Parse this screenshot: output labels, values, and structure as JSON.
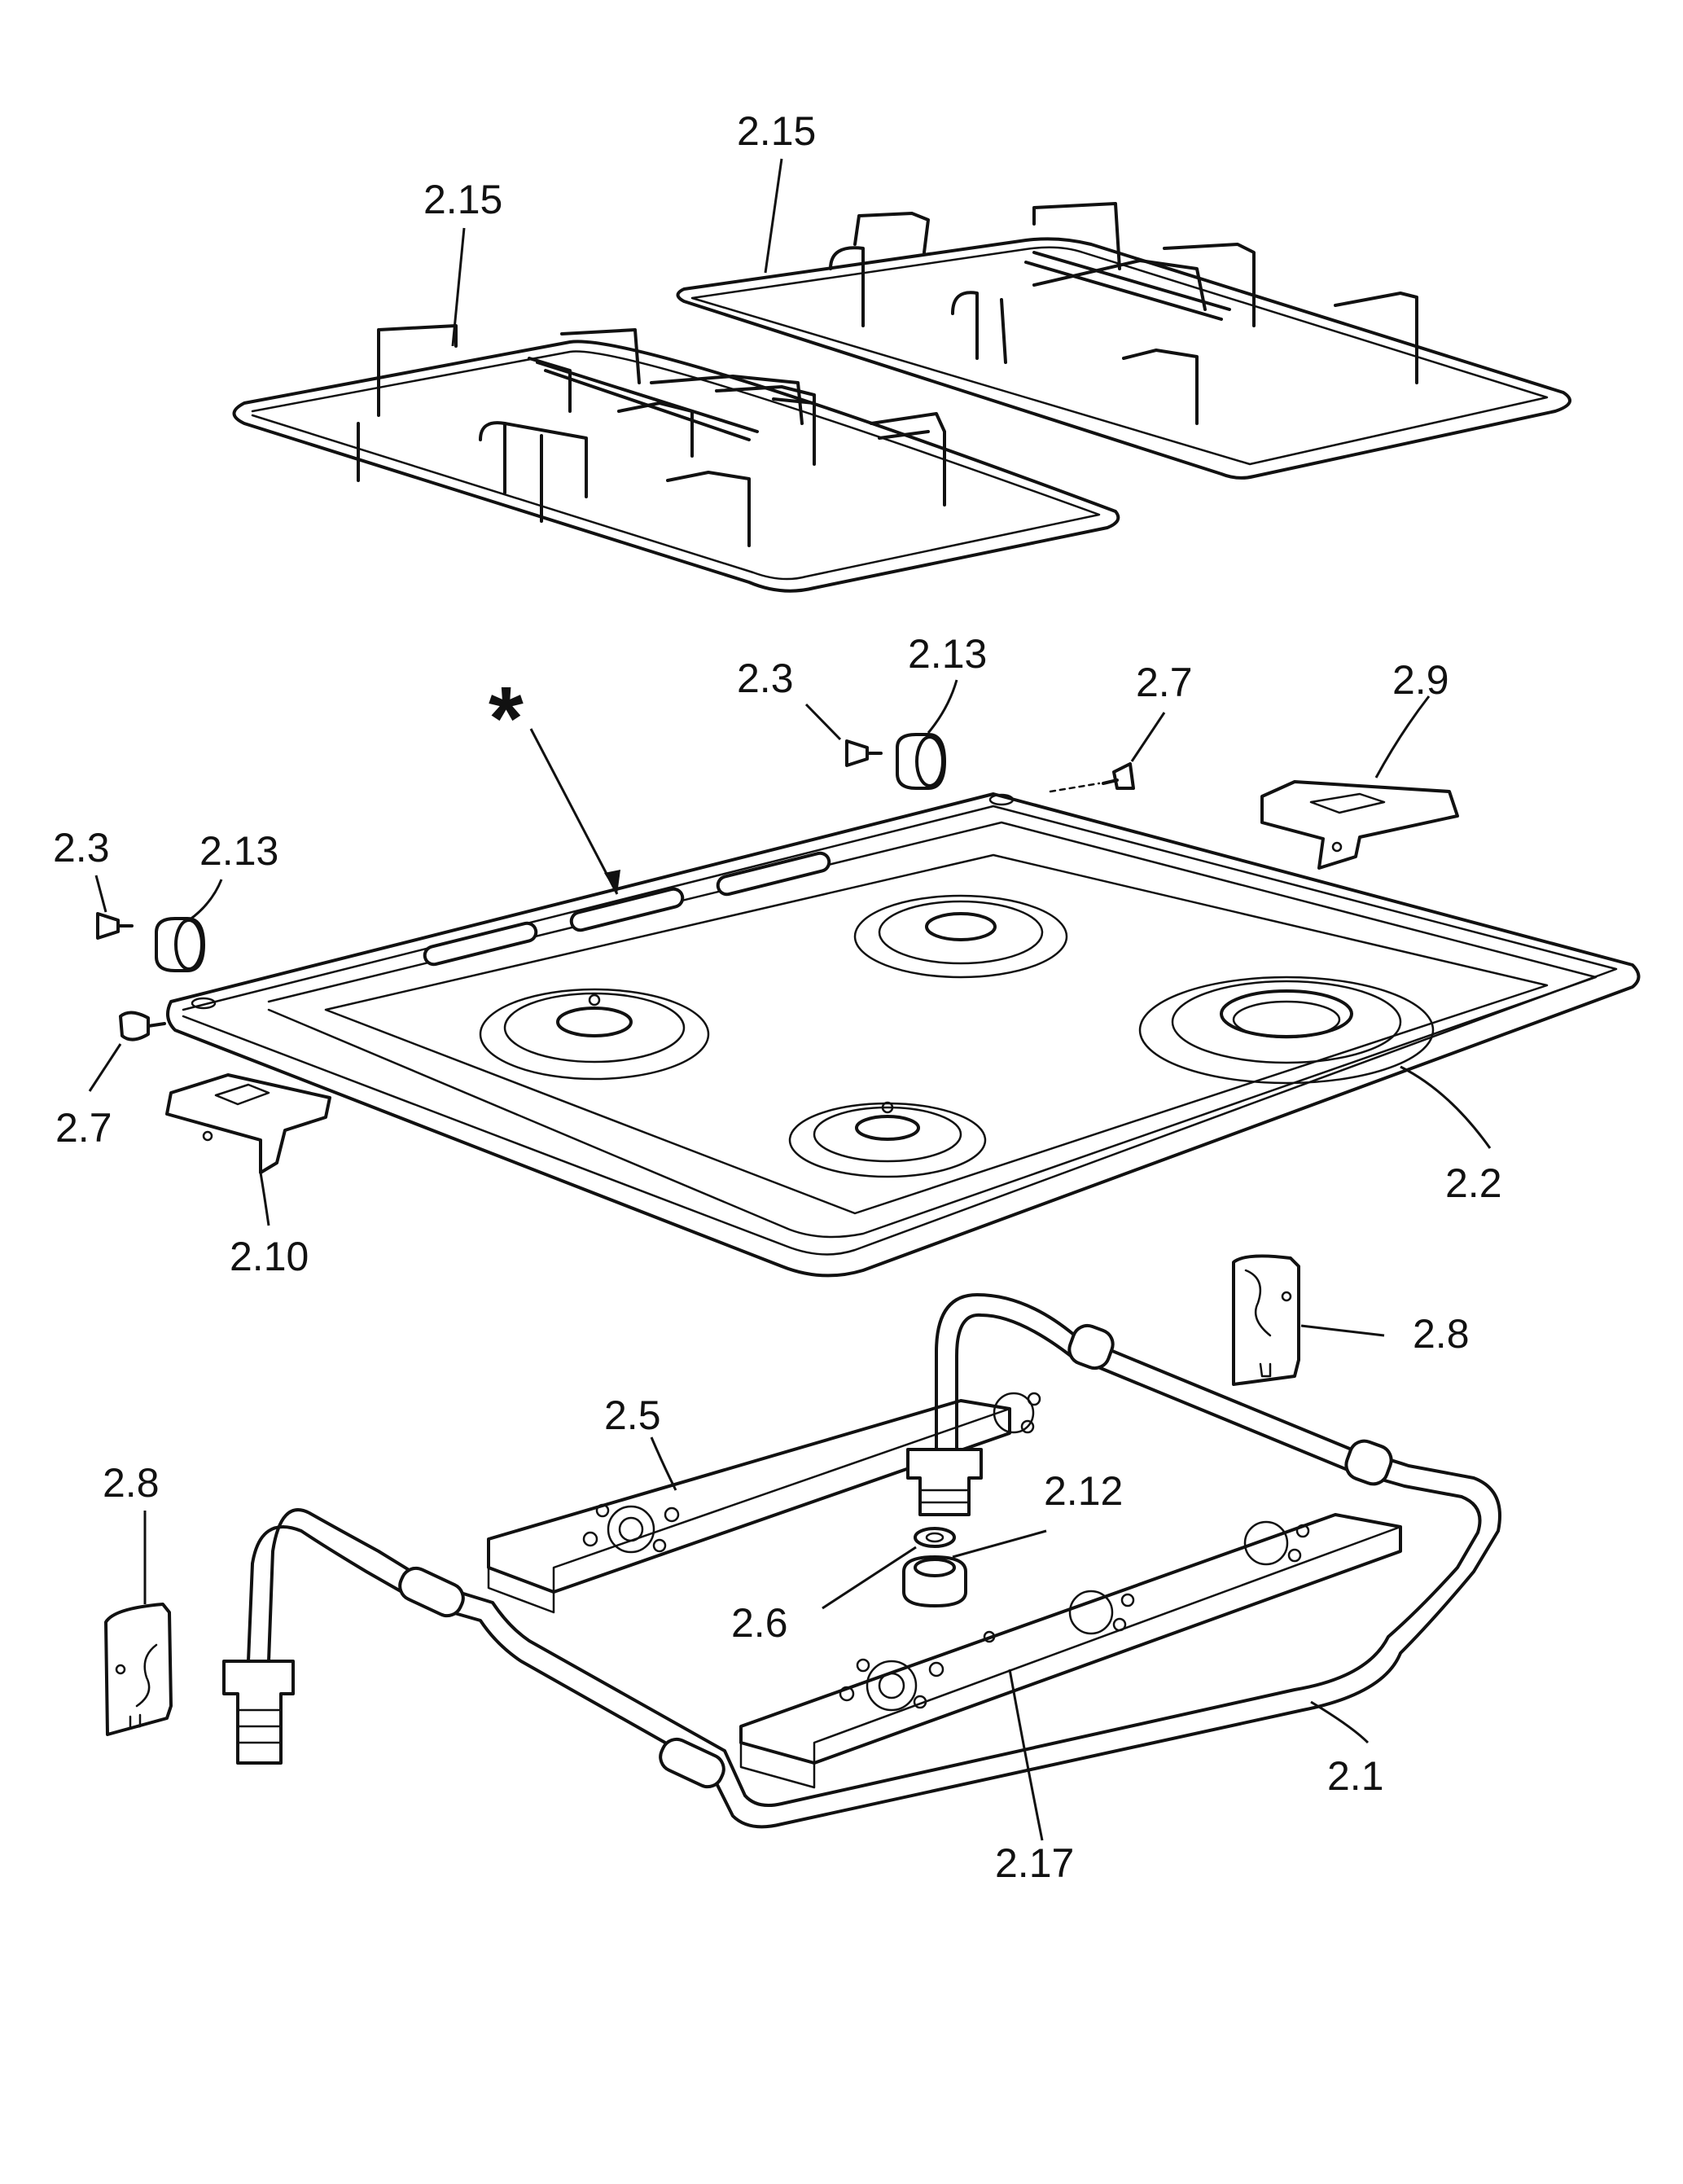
{
  "labels": {
    "grid_left": "2.15",
    "grid_right": "2.15",
    "screw_top": "2.3",
    "spacer_top": "2.13",
    "pin_top": "2.7",
    "bracket_right": "2.9",
    "screw_left": "2.3",
    "spacer_left": "2.13",
    "pin_left": "2.7",
    "bracket_left": "2.10",
    "hob_top": "2.2",
    "clip_right": "2.8",
    "burner_bar_left": "2.5",
    "clip_left": "2.8",
    "nut": "2.12",
    "washer": "2.6",
    "manifold": "2.1",
    "burner_bar_right": "2.17",
    "vent_marker": "*"
  },
  "colors": {
    "line": "#111111",
    "background": "#ffffff"
  }
}
